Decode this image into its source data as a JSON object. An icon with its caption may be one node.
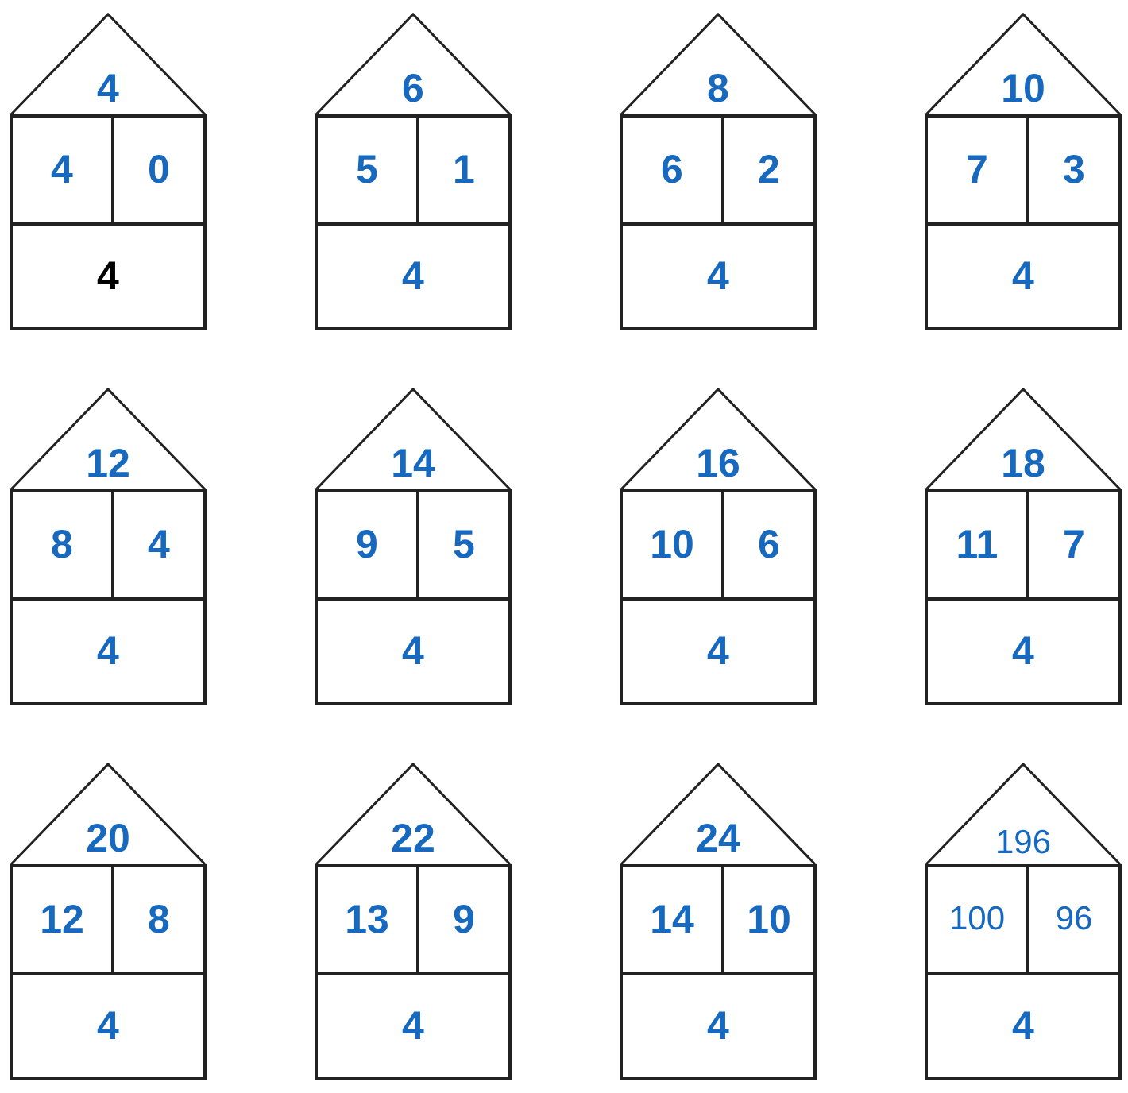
{
  "diagram": {
    "nodes": [
      {
        "text": [
          "4"
        ]
      },
      {
        "text": [
          "4"
        ]
      },
      {
        "text": [
          "0"
        ]
      },
      {
        "text": [
          "4"
        ]
      },
      {
        "text": [
          "6"
        ]
      },
      {
        "text": [
          "5"
        ]
      },
      {
        "text": [
          "1"
        ]
      },
      {
        "text": [
          "4"
        ]
      },
      {
        "text": [
          "8"
        ]
      },
      {
        "text": [
          "6"
        ]
      },
      {
        "text": [
          "2"
        ]
      },
      {
        "text": [
          "4"
        ]
      },
      {
        "text": [
          "10"
        ]
      },
      {
        "text": [
          "7"
        ]
      },
      {
        "text": [
          "3"
        ]
      },
      {
        "text": [
          "4"
        ]
      },
      {
        "text": [
          "12"
        ]
      },
      {
        "text": [
          "8"
        ]
      },
      {
        "text": [
          "4"
        ]
      },
      {
        "text": [
          "4"
        ]
      },
      {
        "text": [
          "14"
        ]
      },
      {
        "text": [
          "9"
        ]
      },
      {
        "text": [
          "5"
        ]
      },
      {
        "text": [
          "4"
        ]
      },
      {
        "text": [
          "16"
        ]
      },
      {
        "text": [
          "10"
        ]
      },
      {
        "text": [
          "6"
        ]
      },
      {
        "text": [
          "4"
        ]
      },
      {
        "text": [
          "18"
        ]
      },
      {
        "text": [
          "11"
        ]
      },
      {
        "text": [
          "7"
        ]
      },
      {
        "text": [
          "4"
        ]
      },
      {
        "text": [
          "20"
        ]
      },
      {
        "text": [
          "12"
        ]
      },
      {
        "text": [
          "8"
        ]
      },
      {
        "text": [
          "4"
        ]
      },
      {
        "text": [
          "22"
        ]
      },
      {
        "text": [
          "13"
        ]
      },
      {
        "text": [
          "9"
        ]
      },
      {
        "text": [
          "4"
        ]
      },
      {
        "text": [
          "24"
        ]
      },
      {
        "text": [
          "14"
        ]
      },
      {
        "text": [
          "10"
        ]
      },
      {
        "text": [
          "4"
        ]
      },
      {
        "text": [
          "196"
        ]
      },
      {
        "text": [
          "100"
        ]
      },
      {
        "text": [
          "96"
        ]
      },
      {
        "text": [
          "4"
        ]
      }
    ]
  }
}
